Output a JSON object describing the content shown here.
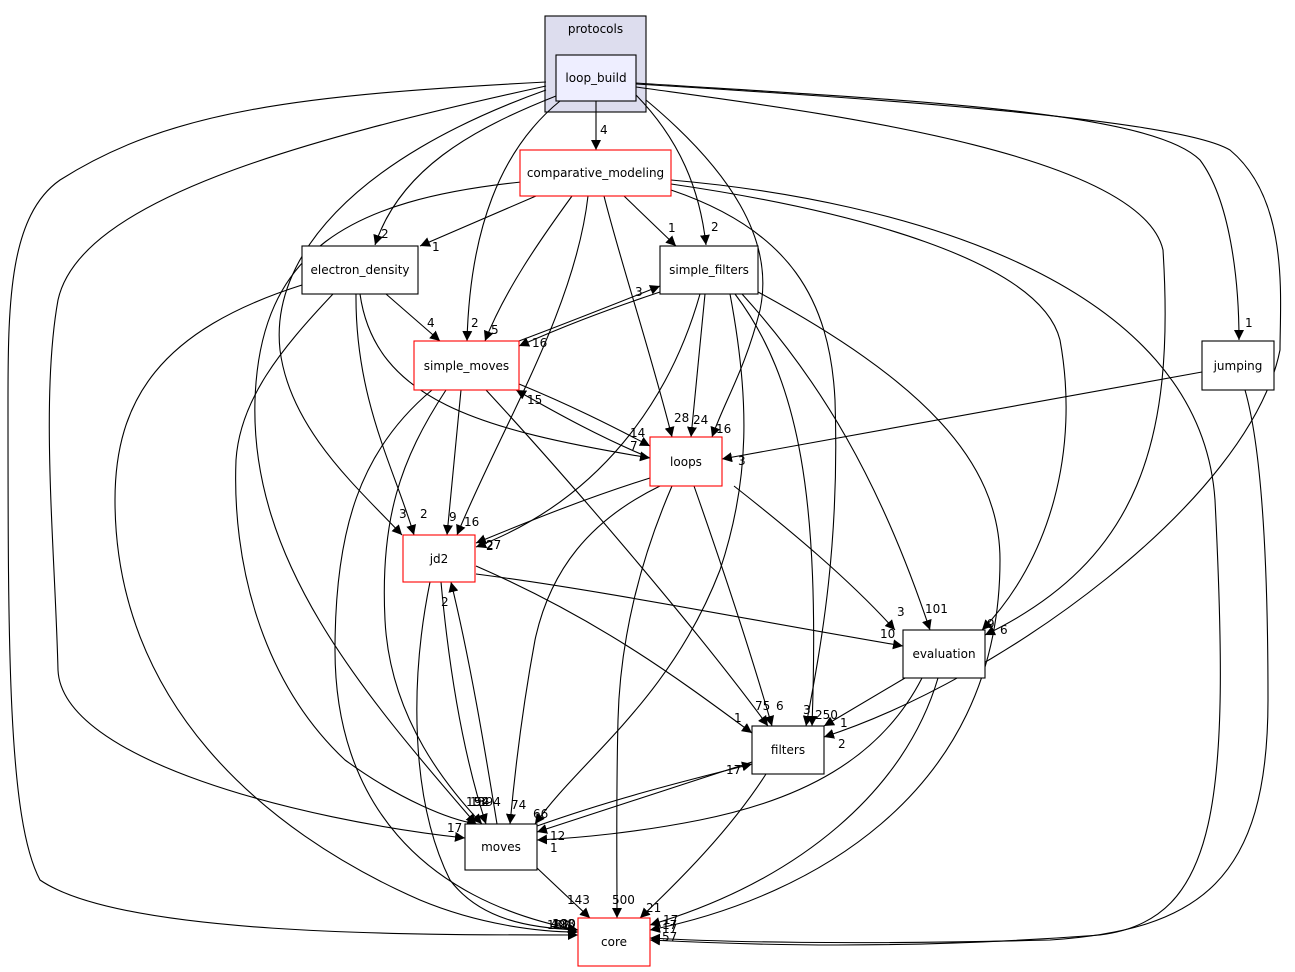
{
  "cluster": {
    "label": "protocols"
  },
  "nodes": {
    "loop_build": "loop_build",
    "comparative_modeling": "comparative_modeling",
    "electron_density": "electron_density",
    "simple_filters": "simple_filters",
    "simple_moves": "simple_moves",
    "jumping": "jumping",
    "loops": "loops",
    "jd2": "jd2",
    "evaluation": "evaluation",
    "filters": "filters",
    "moves": "moves",
    "core": "core"
  },
  "edge_labels": {
    "lb_cm": "4",
    "lb_ed": "2",
    "lb_sf": "2",
    "lb_sm": "2",
    "lb_jump": "1",
    "lb_loops": "16",
    "lb_jd2": "3",
    "lb_moves": "17",
    "lb_core": "182",
    "lb_eval": "6",
    "lb_filters": "2",
    "cm_ed": "1",
    "cm_sf": "1",
    "cm_sm": "5",
    "cm_loops": "28",
    "cm_jd2": "16",
    "cm_eval": "9",
    "cm_filters": "250",
    "cm_moves": "152",
    "cm_core": "57",
    "ed_sm": "4",
    "ed_loops": "7",
    "ed_jd2": "2",
    "ed_moves": "94",
    "ed_core": "49",
    "sf_sm": "16",
    "sm_sf": "3",
    "sf_loops": "24",
    "sf_jd2": "27",
    "sf_eval": "101",
    "sf_filters": "3",
    "sf_moves": "66",
    "sf_core": "17",
    "sm_loops": "14",
    "loops_sm": "15",
    "sm_jd2": "9",
    "sm_filters": "75",
    "sm_moves": "394",
    "sm_core": "198",
    "jump_loops": "3",
    "jump_core": "17",
    "loops_jd2": "2",
    "loops_eval": "3",
    "loops_filters": "6",
    "loops_moves": "74",
    "loops_core": "500",
    "jd2_moves": "13",
    "moves_jd2": "2",
    "jd2_eval": "10",
    "jd2_filters": "1",
    "jd2_core": "130",
    "eval_filters": "1",
    "eval_moves": "1",
    "eval_core": "21",
    "filters_moves": "12",
    "moves_filters": "17",
    "filters_core": "17",
    "moves_core": "143"
  }
}
